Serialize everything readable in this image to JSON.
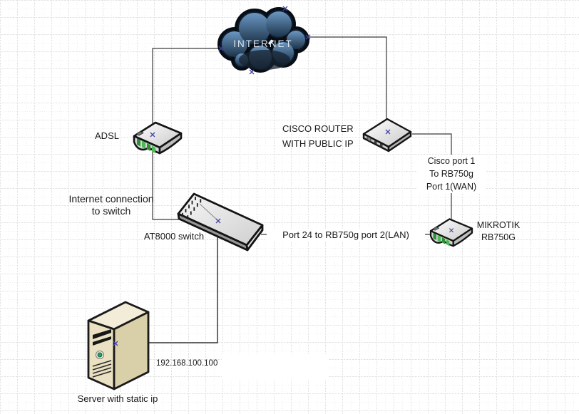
{
  "nodes": {
    "internet": {
      "label": "INTERNET"
    },
    "adsl": {
      "label": "ADSL"
    },
    "cisco_router": {
      "label_line1": "CISCO ROUTER",
      "label_line2": "WITH PUBLIC IP"
    },
    "at8000_switch": {
      "label": "AT8000 switch"
    },
    "mikrotik": {
      "label_line1": "MIKROTIK",
      "label_line2": "RB750G"
    },
    "server": {
      "label": "Server with static ip",
      "ip_address": "192.168.100.100"
    }
  },
  "connections": {
    "adsl_to_switch": {
      "label_line1": "Internet connection",
      "label_line2": "to switch"
    },
    "cisco_to_mikrotik": {
      "label_line1": "Cisco port 1",
      "label_line2": "To RB750g",
      "label_line3": "Port 1(WAN)"
    },
    "switch_to_mikrotik": {
      "label": "Port 24 to RB750g port 2(LAN)"
    }
  },
  "colors": {
    "canvas_bg": "#ffffff",
    "grid_minor": "#e2e2e2",
    "grid_major": "#c6c6c6",
    "connector_line": "#3a3a3a",
    "connection_point": "#4343a0",
    "cloud_dark": "#0f1c2b",
    "cloud_light": "#6b97c2",
    "device_outline": "#141414",
    "modem_stripe_green": "#3fae49",
    "server_front": "#e9e1c2",
    "server_side": "#d9cfa8",
    "label_text": "#1a1a1a"
  }
}
